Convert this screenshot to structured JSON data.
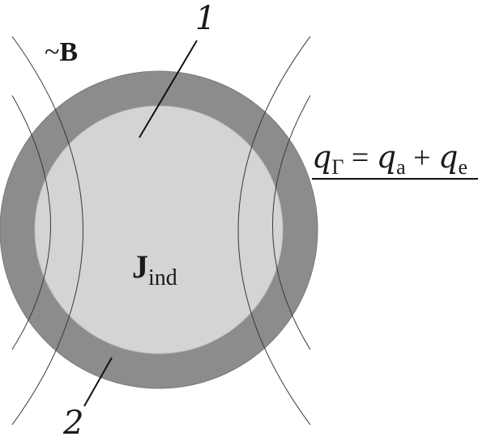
{
  "labels": {
    "region_inner": "1",
    "region_shell": "2",
    "field_tilde": "~",
    "field_symbol": "B",
    "current_symbol": "J",
    "current_subscript": "ind",
    "equation": {
      "q1": "q",
      "q1_sub": "Γ",
      "equals": " = ",
      "q2": "q",
      "q2_sub": "a",
      "plus": " + ",
      "q3": "q",
      "q3_sub": "e"
    }
  },
  "colors": {
    "outer_shell": "#8c8c8c",
    "inner_core": "#d4d4d4",
    "field_lines": "#3a3a3a",
    "leader_lines": "#111111",
    "text": "#1a1a1a",
    "background": "#ffffff"
  }
}
